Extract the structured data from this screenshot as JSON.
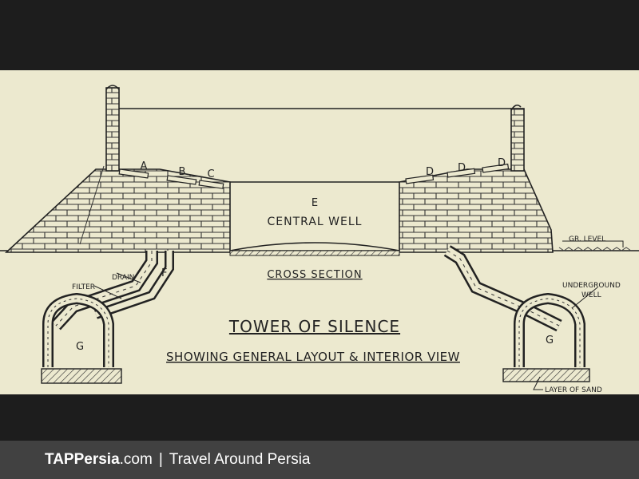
{
  "diagram": {
    "title": "TOWER OF SILENCE",
    "subtitle": "SHOWING GENERAL LAYOUT & INTERIOR VIEW",
    "section_label": "CROSS SECTION",
    "central_letter": "E",
    "central_label": "CENTRAL WELL",
    "labels": {
      "a": "A",
      "b": "B",
      "c": "C",
      "d1": "D",
      "d2": "D",
      "d3": "D",
      "f": "F",
      "g_left": "G",
      "g_right": "G",
      "filter": "FILTER",
      "drain": "DRAIN",
      "gr_level": "GR. LEVEL",
      "underground_1": "UNDERGROUND",
      "underground_2": "WELL",
      "sand": "LAYER OF SAND"
    }
  },
  "footer": {
    "brand_bold": "TAPPersia",
    "brand_domain": ".com",
    "separator": "|",
    "tagline": "Travel Around Persia"
  },
  "colors": {
    "paper": "#ece9cf",
    "ink": "#222222",
    "frame": "#1d1d1d",
    "footer_bg": "#414141",
    "footer_text": "#ffffff"
  }
}
